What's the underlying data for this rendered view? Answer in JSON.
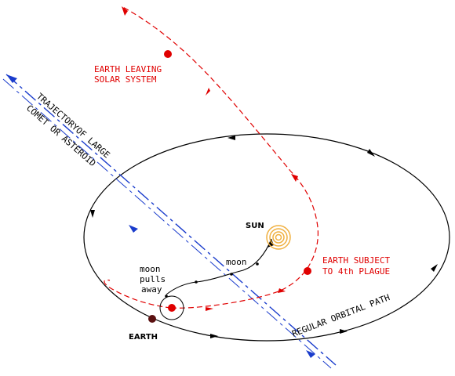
{
  "labels": {
    "earth_leaving_1": "EARTH LEAVING",
    "earth_leaving_2": "SOLAR SYSTEM",
    "trajectory_1": "TRAJECTORYOF LARGE",
    "trajectory_2": "COMET OR ASTEROID",
    "sun": "SUN",
    "moon": "moon",
    "moon_pulls_1": "moon",
    "moon_pulls_2": "pulls",
    "moon_pulls_3": "away",
    "earth_subject_1": "EARTH SUBJECT",
    "earth_subject_2": "TO 4th PLAGUE",
    "earth": "EARTH",
    "regular_orbit": "REGULAR ORBITAL PATH"
  },
  "colors": {
    "orbit": "#000000",
    "escape_path": "#e00000",
    "comet_path": "#1a3ccc",
    "sun": "#f0b040",
    "earth": "#5a1010",
    "red_dot": "#e00000"
  }
}
